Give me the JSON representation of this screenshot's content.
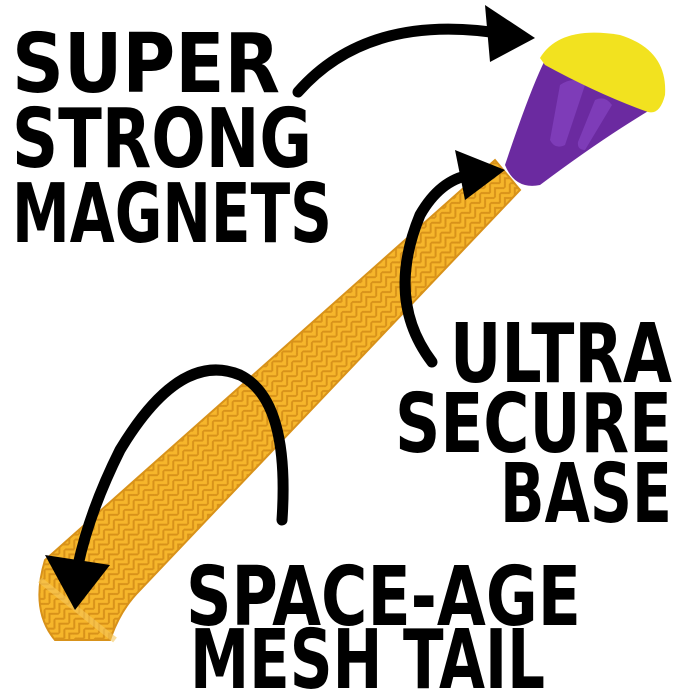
{
  "callouts": {
    "magnets": [
      "SUPER",
      "STRONG",
      "MAGNETS"
    ],
    "base": [
      "ULTRA",
      "SECURE",
      "BASE"
    ],
    "tail": [
      "SPACE-AGE",
      "MESH TAIL"
    ]
  },
  "colors": {
    "mesh": "#f6b62b",
    "mesh_dark": "#d8921a",
    "base_purple": "#6b2aa0",
    "cap_yellow": "#f2e21f",
    "text": "#000000"
  }
}
